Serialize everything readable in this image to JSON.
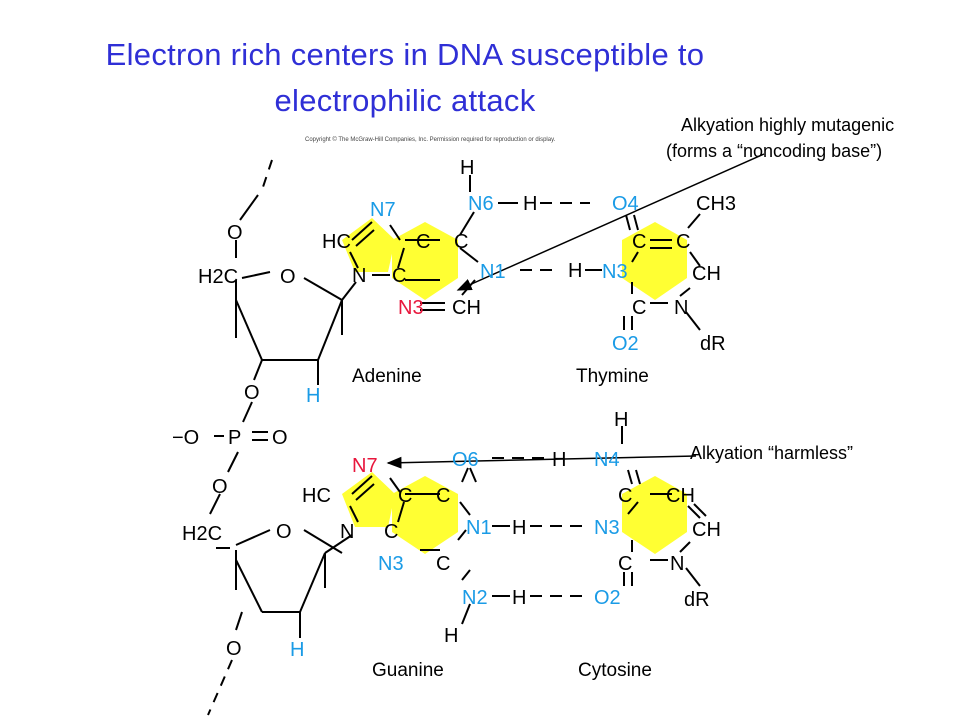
{
  "title": {
    "line1": "Electron rich centers in DNA susceptible to",
    "line2": "electrophilic attack"
  },
  "copyright": "Copyright © The McGraw-Hill Companies, Inc. Permission required for reproduction or display.",
  "annotations": {
    "top_line1": "Alkyation highly mutagenic",
    "top_line2": "(forms a “noncoding base”)",
    "bottom": "Alkyation “harmless”"
  },
  "labels": {
    "adenine": "Adenine",
    "thymine": "Thymine",
    "guanine": "Guanine",
    "cytosine": "Cytosine",
    "h2c": "H2C",
    "o": "O",
    "p": "P",
    "o_minus": "−O",
    "h": "H",
    "dr": "dR",
    "n7": "N7",
    "n6": "N6",
    "n1": "N1",
    "n3": "N3",
    "o4": "O4",
    "o2": "O2",
    "o6": "O6",
    "n4": "N4",
    "n2": "N2",
    "ch3": "CH3",
    "ch": "CH",
    "hc": "HC",
    "c": "C",
    "n": "N"
  },
  "colors": {
    "title": "#2f2fd6",
    "ring_fill": "#ffff33",
    "blue_atom": "#1a9be6",
    "red_atom": "#e8163c"
  }
}
